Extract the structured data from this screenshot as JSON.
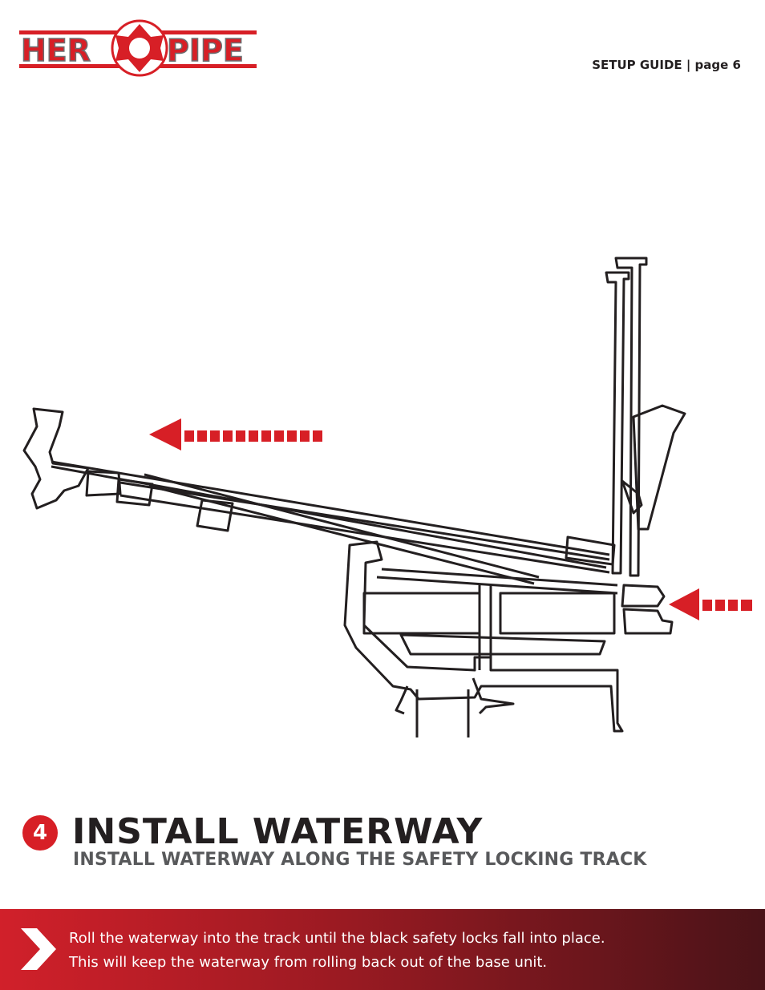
{
  "brand": {
    "logo_left": "HER",
    "logo_right": "PIPE",
    "red": "#d71f26",
    "dark": "#231f20"
  },
  "header": {
    "label": "SETUP GUIDE | page 6"
  },
  "step": {
    "number": "4",
    "title": "INSTALL WATERWAY",
    "subtitle": "INSTALL WATERWAY ALONG THE SAFETY LOCKING TRACK"
  },
  "instructions": {
    "icon": "chevron-right-icon",
    "lines": [
      "Roll the waterway into the track until the black safety locks fall into place.",
      "This will keep the waterway from rolling back out of the base unit."
    ]
  }
}
